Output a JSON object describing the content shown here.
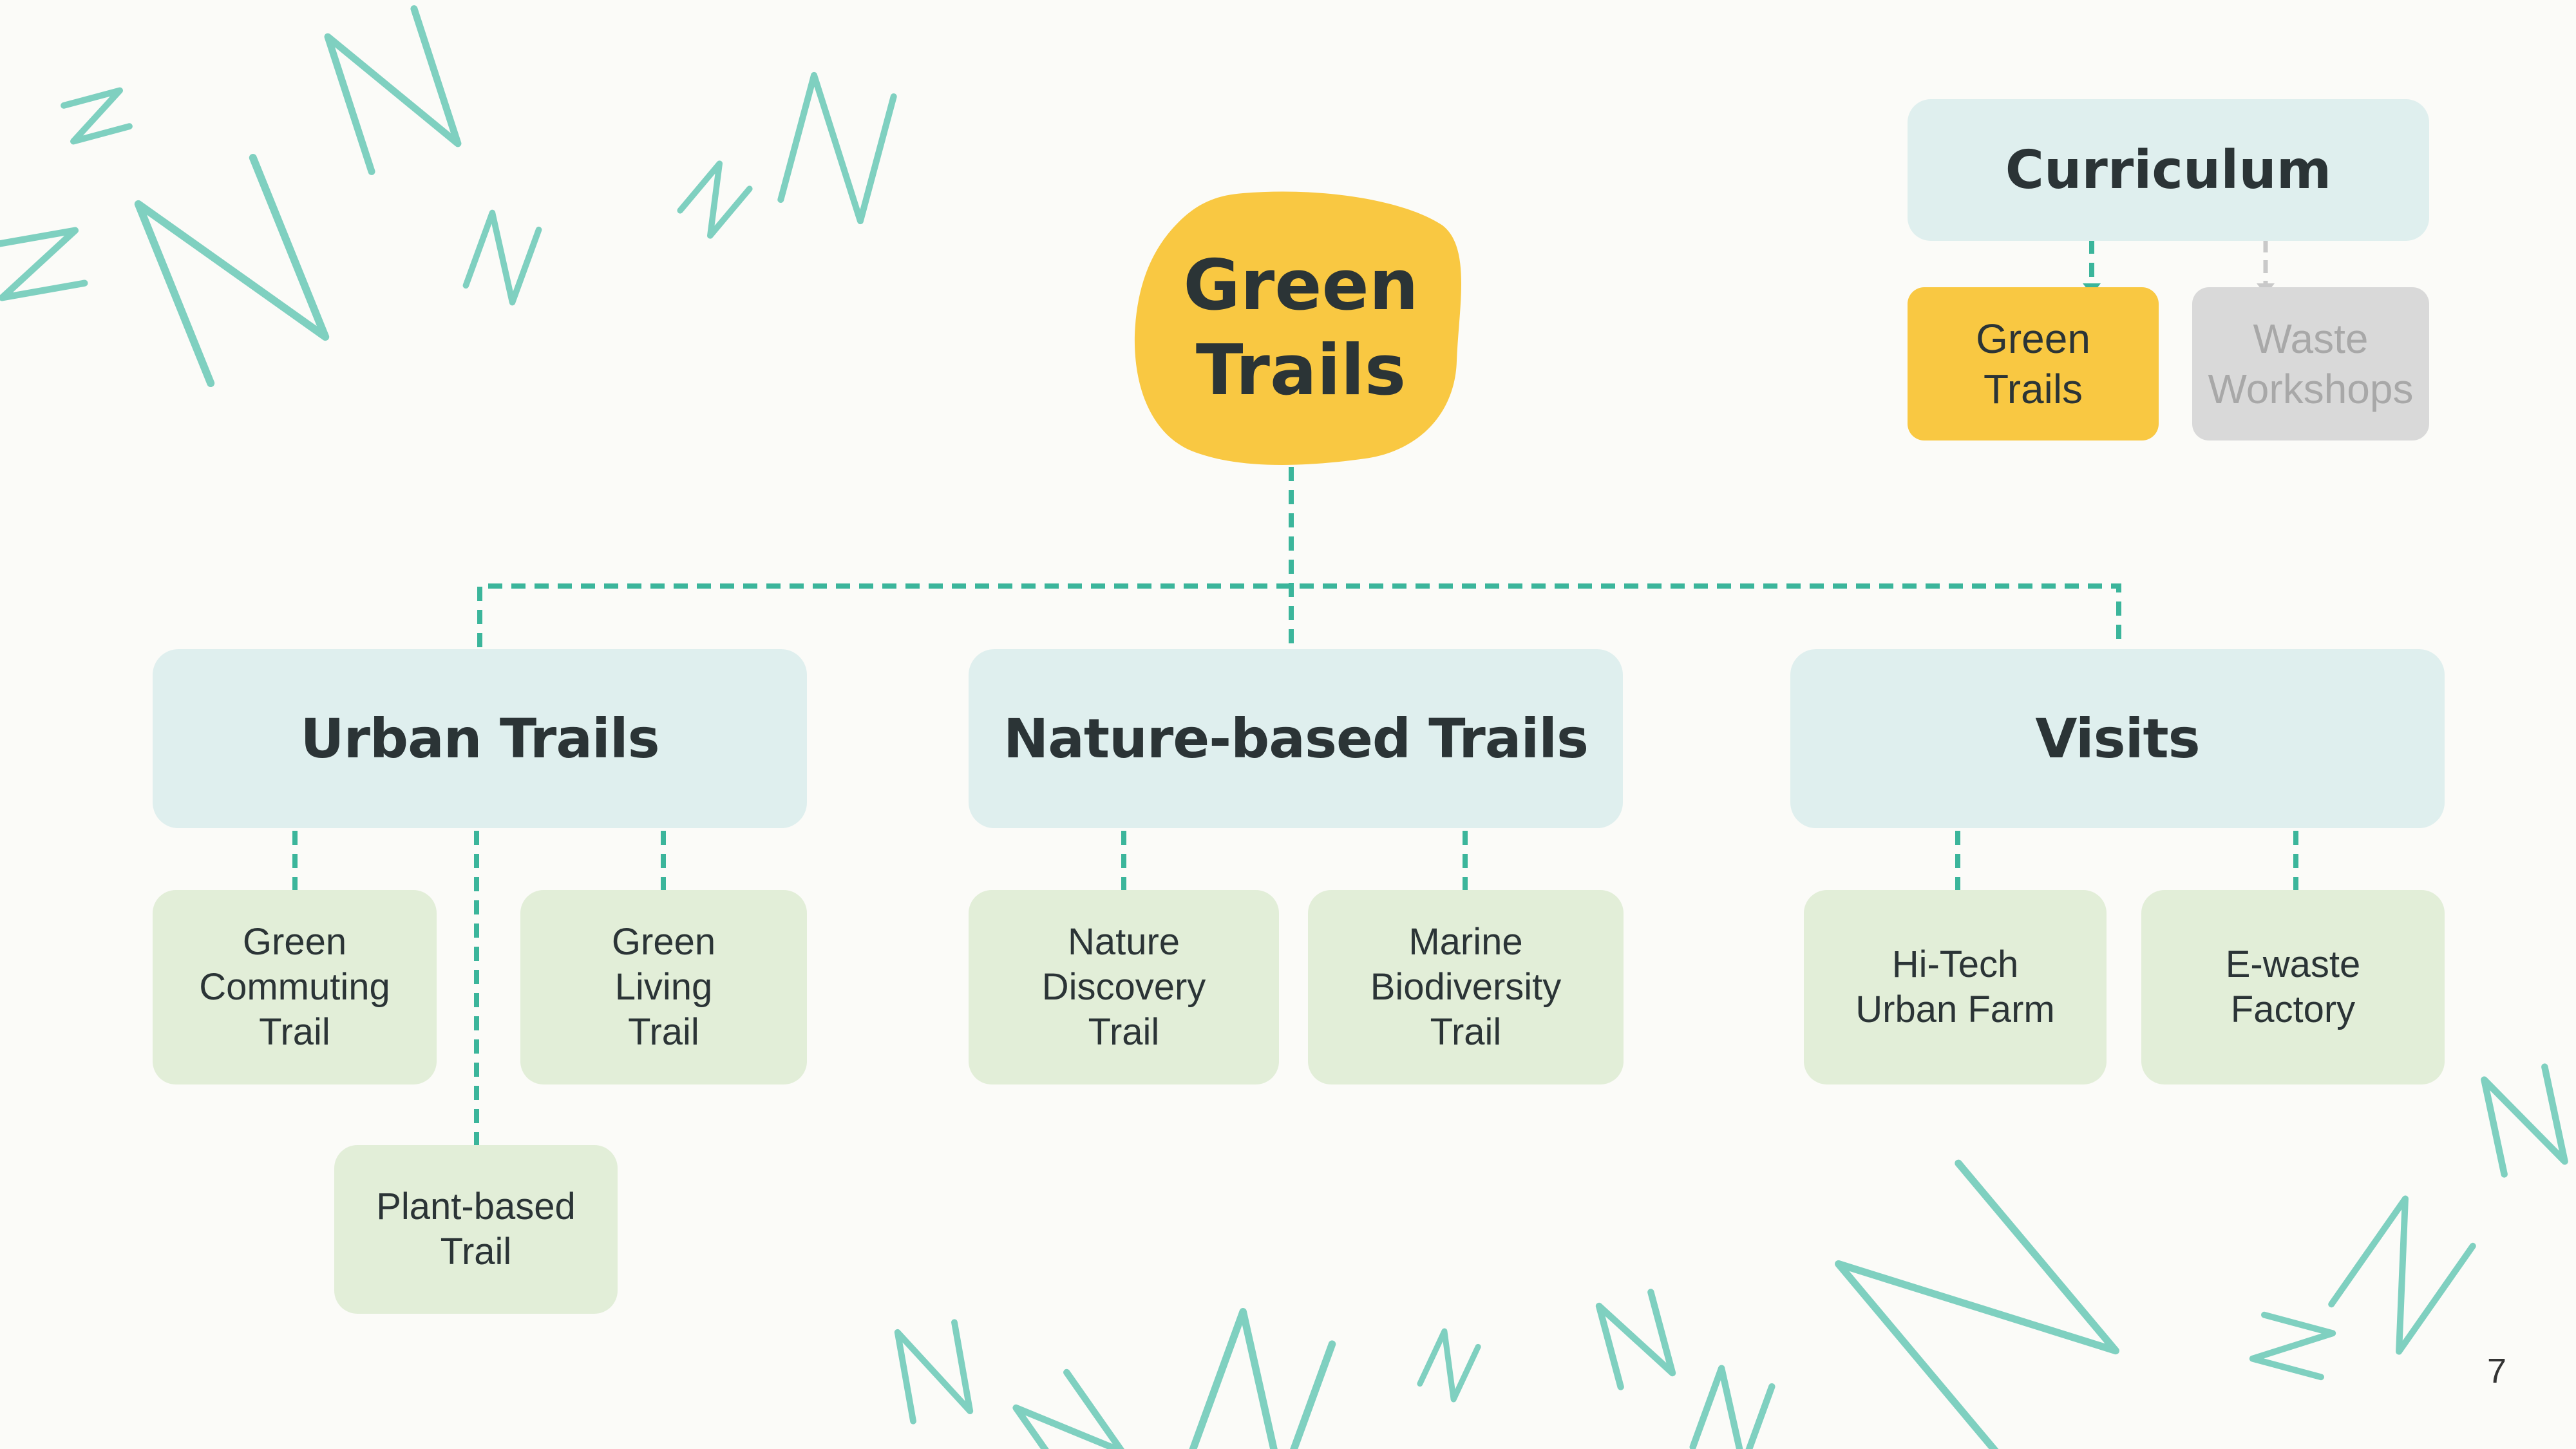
{
  "root": {
    "label": "Green\nTrails"
  },
  "categories": [
    {
      "label": "Urban Trails",
      "children": [
        "Green\nCommuting\nTrail",
        "Green\nLiving\nTrail",
        "Plant-based\nTrail"
      ]
    },
    {
      "label": "Nature-based Trails",
      "children": [
        "Nature\nDiscovery\nTrail",
        "Marine\nBiodiversity\nTrail"
      ]
    },
    {
      "label": "Visits",
      "children": [
        "Hi-Tech\nUrban Farm",
        "E-waste\nFactory"
      ]
    }
  ],
  "curriculum": {
    "title": "Curriculum",
    "items": [
      {
        "label": "Green\nTrails",
        "state": "active"
      },
      {
        "label": "Waste\nWorkshops",
        "state": "inactive"
      }
    ]
  },
  "page_number": "7",
  "colors": {
    "accent_yellow": "#f9c842",
    "connector_teal": "#3bb59b",
    "category_fill": "#dfefee",
    "leaf_fill": "#e2eed8",
    "inactive_fill": "#d9d9d9",
    "inactive_text": "#a8a8a8",
    "decoration_stroke": "#7fd0c0"
  },
  "decoration": {
    "icon": "letter-n-outline-icon"
  }
}
